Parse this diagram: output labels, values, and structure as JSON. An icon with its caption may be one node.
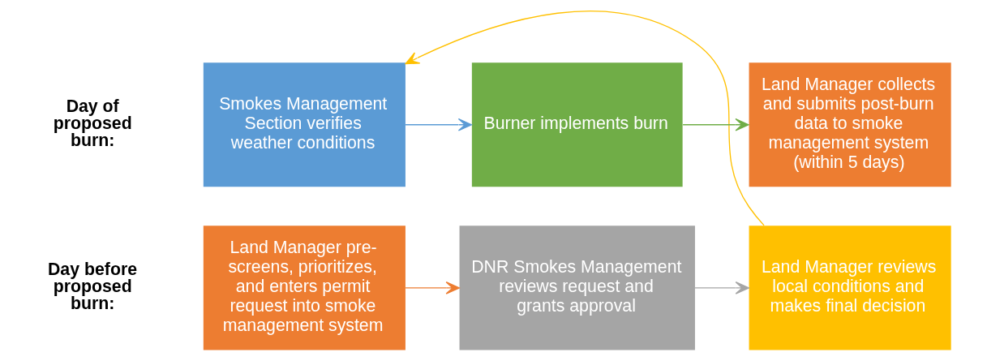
{
  "diagram": {
    "nodes": [
      {
        "text": [
          "Land Manager pre-screens, prioritizes, and enters permit request into smoke management system"
        ]
      },
      {
        "text": [
          "DNR Smokes Management reviews request and grants approval"
        ]
      },
      {
        "text": [
          "Land Manager reviews local conditions and makes final decision"
        ]
      },
      {
        "text": [
          "Smokes Management Section verifies weather conditions"
        ]
      },
      {
        "text": [
          "Burner implements burn"
        ]
      },
      {
        "text": [
          "Land Manager collects and submits post-burn data to smoke management system",
          "(within 5 days)"
        ]
      }
    ],
    "edges": [
      {
        "from": 0,
        "to": 1,
        "arrow": "to",
        "color": "#ed7d31"
      },
      {
        "from": 1,
        "to": 2,
        "arrow": "to",
        "color": "#a5a5a5"
      },
      {
        "from": 2,
        "to": 3,
        "arrow": "to",
        "color": "#ffc000"
      },
      {
        "from": 3,
        "to": 4,
        "arrow": "to",
        "color": "#5b9bd5"
      },
      {
        "from": 4,
        "to": 5,
        "arrow": "to",
        "color": "#70ad47"
      }
    ],
    "labels": [
      "Day before proposed burn:",
      "Day of proposed burn:"
    ]
  }
}
